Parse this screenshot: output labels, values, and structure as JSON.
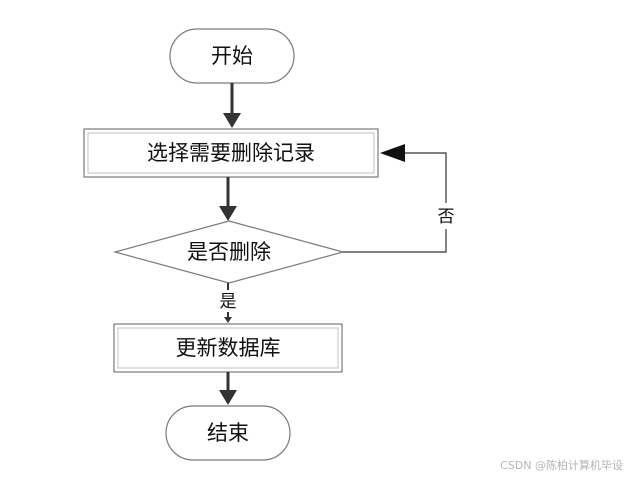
{
  "nodes": {
    "start": "开始",
    "select": "选择需要删除记录",
    "decision": "是否删除",
    "update": "更新数据库",
    "end": "结束"
  },
  "edges": {
    "yes": "是",
    "no": "否"
  },
  "watermark": "CSDN @陈柏计算机毕设",
  "colors": {
    "line": "#333333",
    "shape_border": "#7a7a7a",
    "text": "#111111",
    "watermark": "#b5b5b5"
  }
}
